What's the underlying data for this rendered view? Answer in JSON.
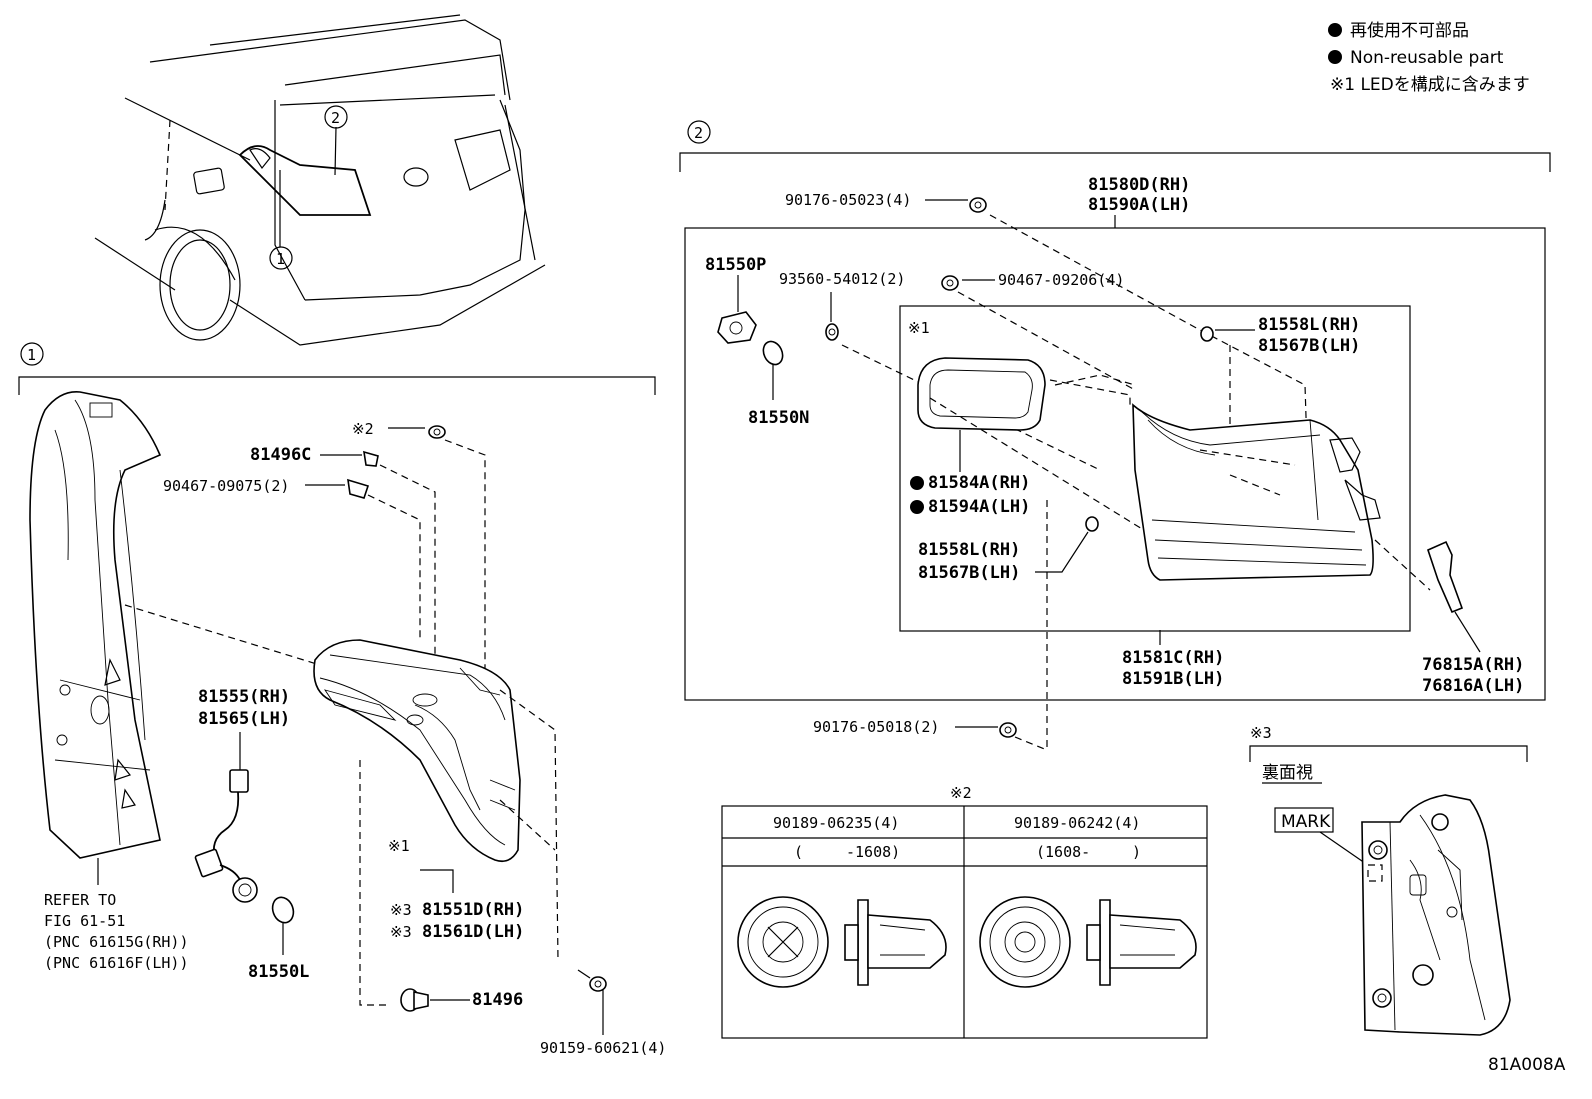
{
  "legend": {
    "line1": "再使用不可部品",
    "line2": "Non-reusable part",
    "line3": "※1 LEDを構成に含みます"
  },
  "markers": {
    "one": "1",
    "two": "2"
  },
  "notes": {
    "n1": "※1",
    "n2": "※2",
    "n3": "※3"
  },
  "refer": {
    "line1": "REFER TO",
    "line2": "FIG 61-51",
    "line3": "(PNC 61615G(RH))",
    "line4": "(PNC 61616F(LH))"
  },
  "parts_left": {
    "p81496C": "81496C",
    "p90467_09075": "90467-09075(2)",
    "p81555": "81555(RH)",
    "p81565": "81565(LH)",
    "p81550L": "81550L",
    "p81551D": "81551D(RH)",
    "p81561D": "81561D(LH)",
    "p81496": "81496",
    "p90159": "90159-60621(4)"
  },
  "parts_right": {
    "p81580D": "81580D(RH)",
    "p81590A": "81590A(LH)",
    "p90176_05023": "90176-05023(4)",
    "p81550P": "81550P",
    "p93560": "93560-54012(2)",
    "p90467_09206": "90467-09206(4)",
    "p81550N": "81550N",
    "p81558L_a": "81558L(RH)",
    "p81567B_a": "81567B(LH)",
    "p81584A": "81584A(RH)",
    "p81594A": "81594A(LH)",
    "p81558L_b": "81558L(RH)",
    "p81567B_b": "81567B(LH)",
    "p81581C": "81581C(RH)",
    "p81591B": "81591B(LH)",
    "p76815A": "76815A(RH)",
    "p76816A": "76816A(LH)",
    "p90176_05018": "90176-05018(2)"
  },
  "table": {
    "col1_part": "90189-06235(4)",
    "col2_part": "90189-06242(4)",
    "col1_range_a": "(",
    "col1_range_b": "-1608)",
    "col2_range_a": "(1608-",
    "col2_range_b": ")"
  },
  "rear_view": {
    "title": "裏面視",
    "mark": "MARK"
  },
  "figure_code": "81A008A"
}
